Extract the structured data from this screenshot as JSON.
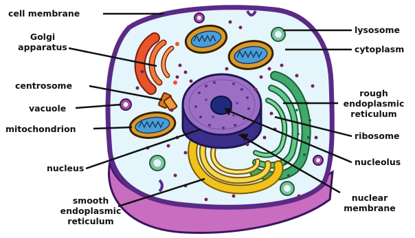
{
  "diagram": {
    "labels": {
      "cell_membrane": "cell membrane",
      "golgi_line1": "Golgi",
      "golgi_line2": "apparatus",
      "centrosome": "centrosome",
      "vacuole": "vacuole",
      "mitochondrion": "mitochondrion",
      "nucleus": "nucleus",
      "smooth_er_line1": "smooth",
      "smooth_er_line2": "endoplasmic",
      "smooth_er_line3": "reticulum",
      "lysosome": "lysosome",
      "cytoplasm": "cytoplasm",
      "rough_er_line1": "rough",
      "rough_er_line2": "endoplasmic",
      "rough_er_line3": "reticulum",
      "ribosome": "ribosome",
      "nucleolus": "nucleolus",
      "nuclear_membrane_line1": "nuclear",
      "nuclear_membrane_line2": "membrane"
    },
    "colors": {
      "membrane": "#5b2a86",
      "membrane_dark": "#3a1460",
      "cell_side": "#c86dc0",
      "cytoplasm": "#e4f5fb",
      "nucleus": "#9b6fc4",
      "nucleus_side": "#3b2f8c",
      "nucleolus": "#1f2b7a",
      "golgi": "#e8552b",
      "mitochondrion": "#d99a2b",
      "mito_inner": "#4a9fd8",
      "rough_er": "#3faa6b",
      "smooth_er": "#f0c21c",
      "lysosome": "#7fc4a2",
      "vacuole": "#b04a9e",
      "ribosome": "#7a1f5a",
      "centrosome": "#e07a1c"
    }
  }
}
